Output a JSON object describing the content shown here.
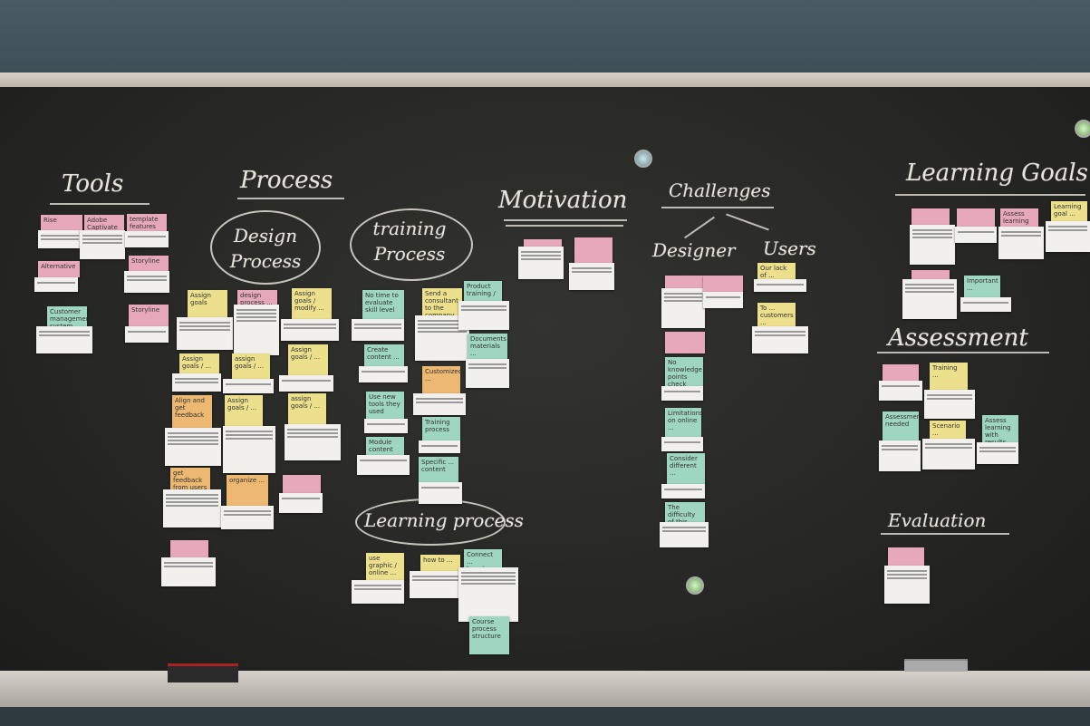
{
  "headings": {
    "tools": "Tools",
    "process": "Process",
    "design_process": "Design Process",
    "training_process": "training Process",
    "learning_process": "Learning process",
    "motivation": "Motivation",
    "challenges": "Challenges",
    "designer": "Designer",
    "users": "Users",
    "learning_goals": "Learning Goals",
    "assessment": "Assessment",
    "evaluation": "Evaluation"
  },
  "notes": {
    "tools_1": "Rise",
    "tools_2": "Adobe Captivate",
    "tools_3": "template features",
    "tools_4": "Alternative",
    "tools_5": "Customer management system",
    "tools_6": "Storyline",
    "dp_1": "design process ...",
    "dp_2": "Assign goals",
    "dp_3": "Assign goals / modify ...",
    "dp_4": "Assign goals / ...",
    "dp_5": "assign goals / ...",
    "dp_6": "Align and get feedback",
    "dp_7": "Assign goals / ...",
    "dp_8": "get feedback from users",
    "dp_9": "organize ...",
    "tp_1": "No time to evaluate skill level",
    "tp_2": "Send a consultant to the company",
    "tp_3": "Product training / ...",
    "tp_4": "Create content ...",
    "tp_5": "Documents materials ...",
    "tp_6": "Customized ...",
    "tp_7": "Use new tools they used",
    "tp_8": "Training process",
    "tp_9": "Module content",
    "tp_10": "Specific ... content",
    "lp_1": "use graphic / online ...",
    "lp_2": "how to ...",
    "lp_3": "Connect ... learning",
    "lp_4": "Course process structure",
    "ch_1": "No knowledge points check currently",
    "ch_2": "Limitations on online ...",
    "ch_3": "Consider different ...",
    "ch_4": "The difficulty of this module",
    "us_1": "Our lack of ...",
    "us_2": "To ... customers ...",
    "lg_1": "Assess learning ...",
    "lg_2": "Learning goal ...",
    "lg_3": "Important ...",
    "as_1": "Training ...",
    "as_2": "Assessment needed",
    "as_3": "Scenario ... ",
    "as_4": "Assess learning with results"
  },
  "colors": {
    "pink": "#e7a9b9",
    "yellow": "#ece08c",
    "green": "#9fd6c0",
    "orange": "#ecb872",
    "card": "#f2f0ec",
    "chalk": "#e6e3da"
  }
}
